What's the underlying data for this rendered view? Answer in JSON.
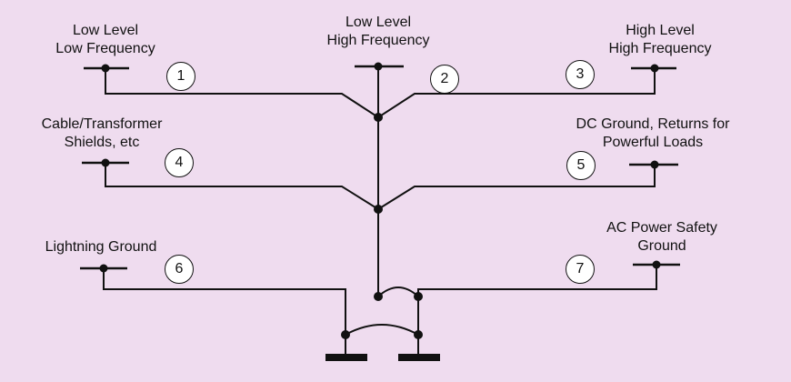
{
  "title": "",
  "groups": [
    {
      "number": "1",
      "label_lines": [
        "Low Level",
        "Low Frequency"
      ]
    },
    {
      "number": "2",
      "label_lines": [
        "Low Level",
        "High Frequency"
      ]
    },
    {
      "number": "3",
      "label_lines": [
        "High Level",
        "High Frequency"
      ]
    },
    {
      "number": "4",
      "label_lines": [
        "Cable/Transformer",
        "Shields, etc"
      ]
    },
    {
      "number": "5",
      "label_lines": [
        "DC Ground, Returns for",
        "Powerful Loads"
      ]
    },
    {
      "number": "6",
      "label_lines": [
        "Lightning Ground"
      ]
    },
    {
      "number": "7",
      "label_lines": [
        "AC Power Safety",
        "Ground"
      ]
    }
  ],
  "colors": {
    "background": "#efdcef",
    "line": "#111111",
    "badge_fill": "#ffffff"
  }
}
